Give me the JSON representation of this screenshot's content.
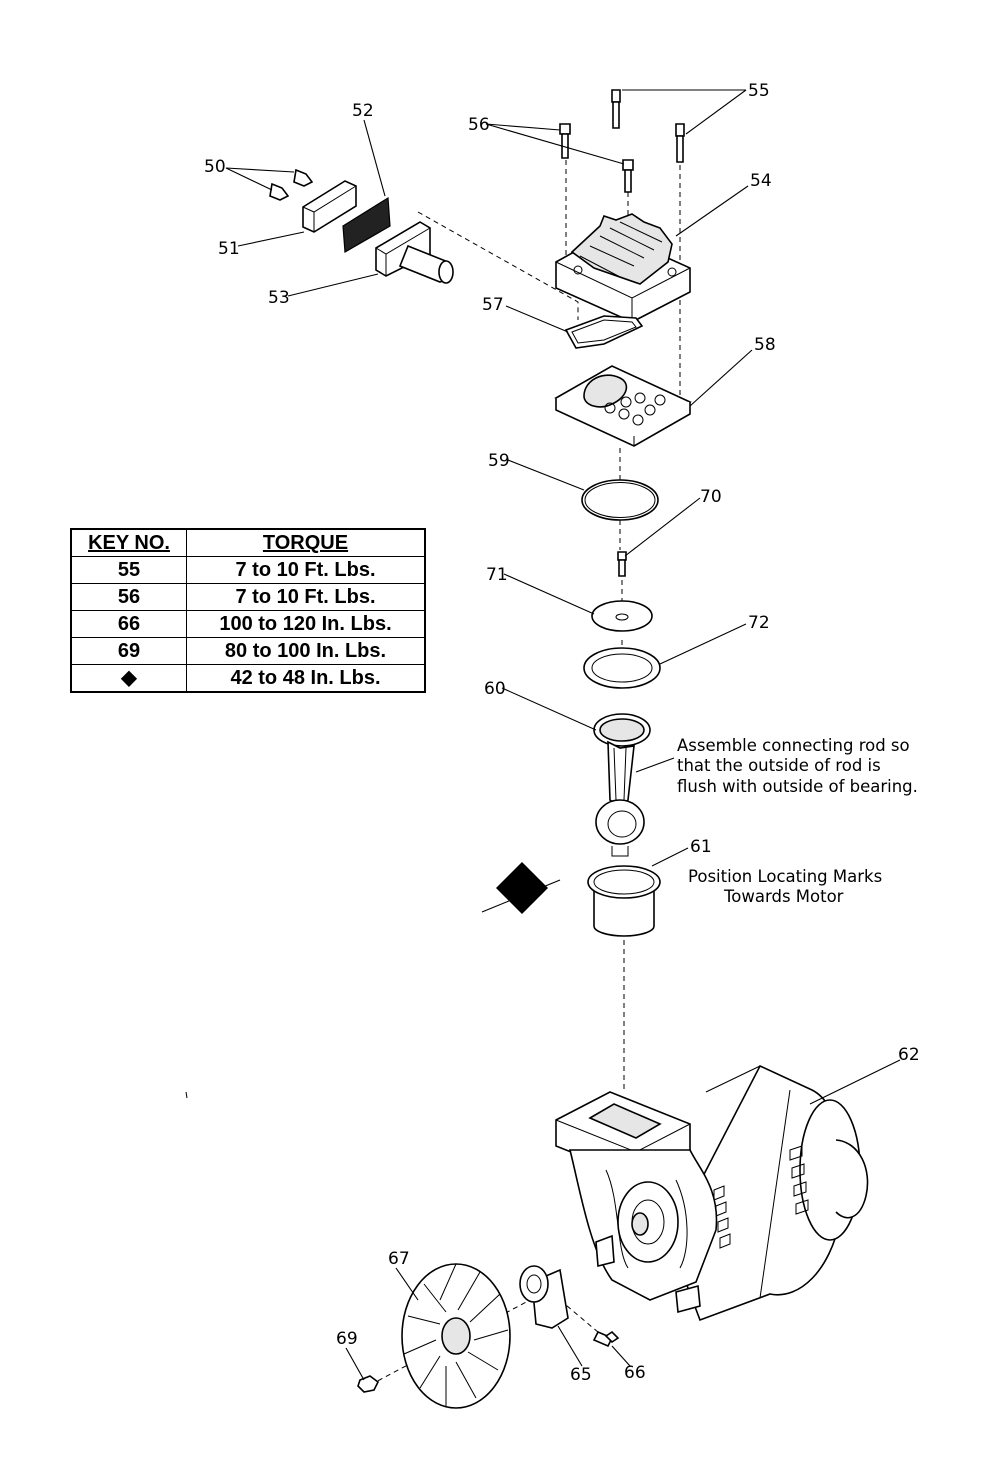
{
  "table": {
    "headers": [
      "KEY NO.",
      "TORQUE"
    ],
    "rows": [
      {
        "key": "55",
        "torque": "7 to 10 Ft. Lbs."
      },
      {
        "key": "56",
        "torque": "7 to 10 Ft. Lbs."
      },
      {
        "key": "66",
        "torque": "100 to 120 In. Lbs."
      },
      {
        "key": "69",
        "torque": "80 to 100 In. Lbs."
      },
      {
        "key": "◆",
        "torque": "42 to 48 In. Lbs."
      }
    ]
  },
  "callouts": {
    "c50": "50",
    "c51": "51",
    "c52": "52",
    "c53": "53",
    "c54": "54",
    "c55": "55",
    "c56": "56",
    "c57": "57",
    "c58": "58",
    "c59": "59",
    "c60": "60",
    "c61": "61",
    "c62": "62",
    "c65": "65",
    "c66": "66",
    "c67": "67",
    "c69": "69",
    "c70": "70",
    "c71": "71",
    "c72": "72"
  },
  "notes": {
    "rod": [
      "Assemble connecting rod so",
      "that the outside of rod is",
      "flush with outside of bearing."
    ],
    "marks": [
      "Position Locating Marks",
      "Towards Motor"
    ]
  }
}
